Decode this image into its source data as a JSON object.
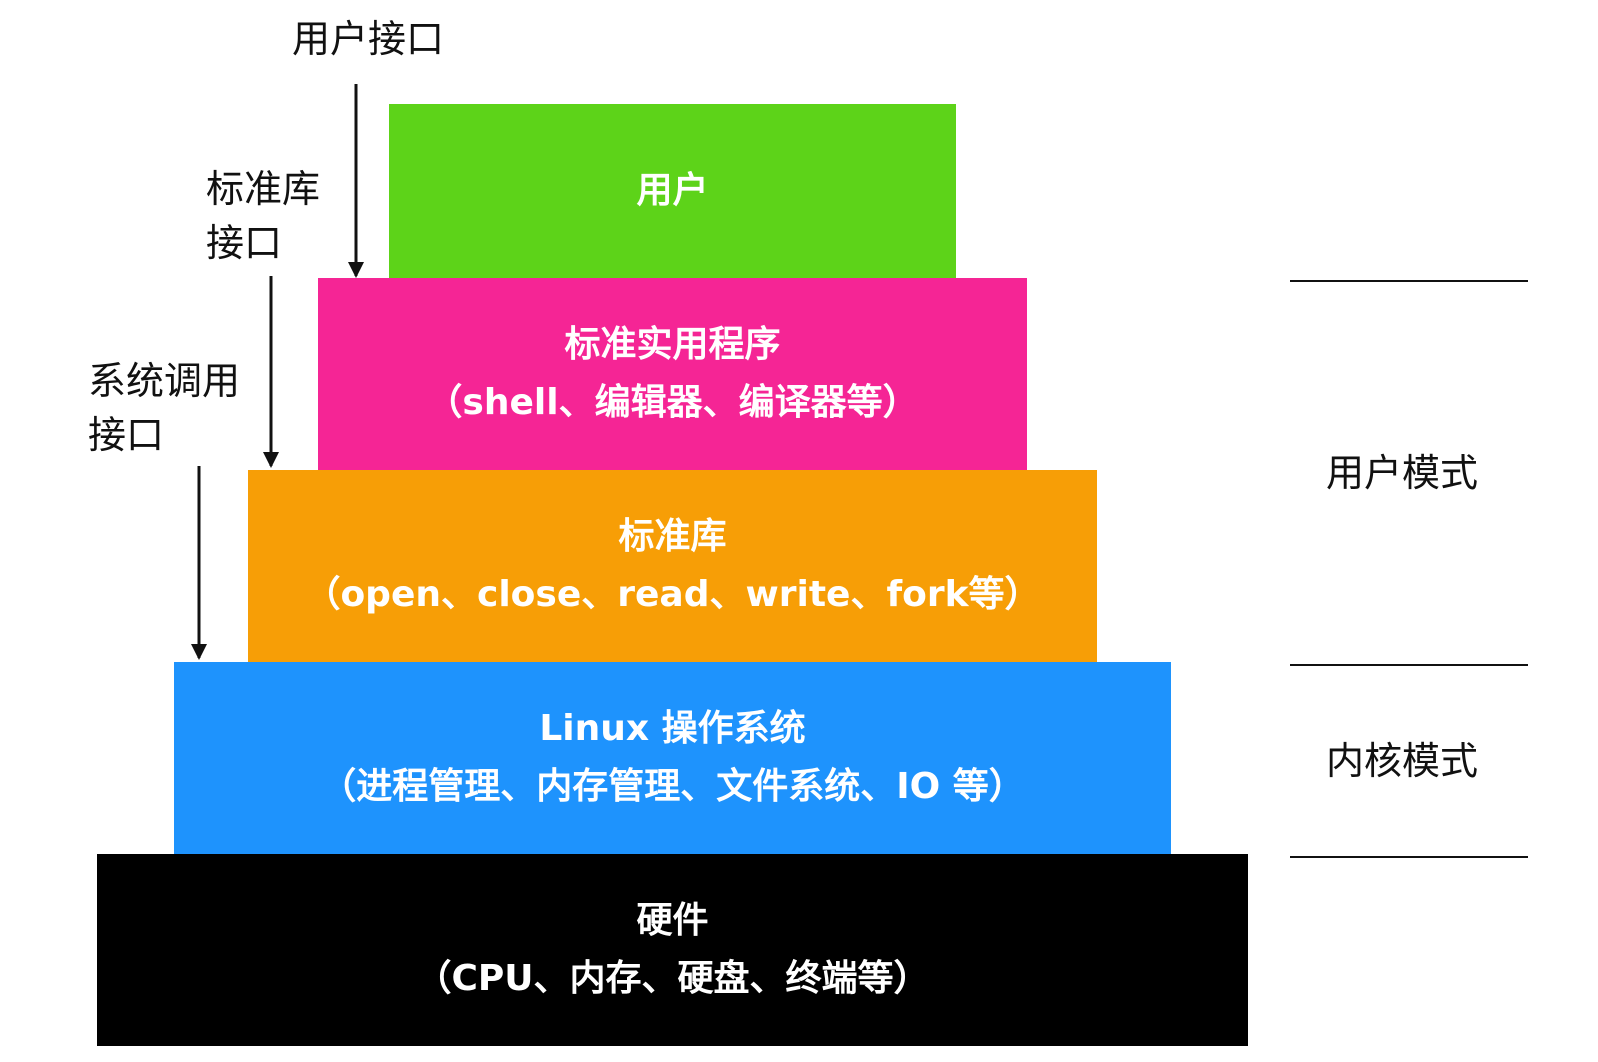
{
  "layers": {
    "user": {
      "line1": "用户",
      "color": "#5dd319"
    },
    "utils": {
      "line1": "标准实用程序",
      "line2": "（shell、编辑器、编译器等）",
      "color": "#f52595"
    },
    "stdlib": {
      "line1": "标准库",
      "line2": "（open、close、read、write、fork等）",
      "color": "#f79e06"
    },
    "os": {
      "line1": "Linux 操作系统",
      "line2": "（进程管理、内存管理、文件系统、IO 等）",
      "color": "#1e93fd"
    },
    "hardware": {
      "line1": "硬件",
      "line2": "（CPU、内存、硬盘、终端等）",
      "color": "#000000"
    }
  },
  "interfaces": {
    "user_interface": {
      "line1": "用户接口"
    },
    "stdlib_interface": {
      "line1": "标准库",
      "line2": "接口"
    },
    "syscall_interface": {
      "line1": "系统调用",
      "line2": "接口"
    }
  },
  "modes": {
    "user_mode": "用户模式",
    "kernel_mode": "内核模式"
  }
}
